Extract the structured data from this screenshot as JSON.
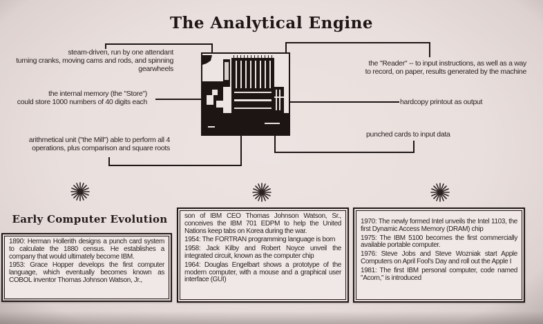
{
  "page": {
    "title": "The Analytical Engine"
  },
  "diagram": {
    "image_alt": "analytical-engine-photo",
    "callouts": {
      "steam": [
        "steam-driven, run by one attendant",
        "turning cranks, moving cams and rods, and spinning",
        "gearwheels"
      ],
      "store": [
        "the internal memory (the \"Store\")",
        "could store 1000 numbers of 40 digits each"
      ],
      "mill": [
        "arithmetical unit (\"the Mill\") able to perform all 4",
        "operations, plus comparison and square roots"
      ],
      "reader": [
        "the \"Reader\" -- to input instructions, as well as a way",
        "to record, on paper, results generated by the machine"
      ],
      "printout": [
        "hardcopy printout as output"
      ],
      "cards": [
        "punched cards to input data"
      ]
    }
  },
  "timeline": {
    "section_title": "Early Computer Evolution",
    "ornament_icon": "sunburst-ornament",
    "columns": [
      {
        "entries": [
          "1890: Herman Hollerith designs a punch card system to calculate the 1880 census. He establishes a company that would ultimately become IBM.",
          "1953: Grace Hopper develops the first computer language, which eventually becomes known as COBOL inventor Thomas Johnson Watson, Jr.,"
        ]
      },
      {
        "entries": [
          "son of IBM CEO Thomas Johnson Watson, Sr., conceives the IBM 701 EDPM to help the United Nations keep tabs on Korea during the war.",
          "1954: The FORTRAN programming language is born",
          "1958: Jack Kilby and Robert Noyce unveil the integrated circuit, known as the computer chip",
          "1964: Douglas Engelbart shows a prototype of the modern computer, with a mouse and a graphical user interface (GUI)"
        ]
      },
      {
        "entries": [
          "1970: The newly formed Intel unveils the Intel 1103, the first Dynamic Access Memory (DRAM) chip",
          "1975: The IBM 5100 becomes the first commercially available portable computer.",
          "1976: Steve Jobs and Steve Wozniak start Apple Computers on April Fool's Day and roll out the Apple I",
          "1981: The first IBM personal computer, code named \"Acorn,\" is introduced"
        ]
      }
    ]
  },
  "colors": {
    "background": "#e9dfdd",
    "ink": "#1c1514",
    "card_fill": "#efe8e6"
  }
}
